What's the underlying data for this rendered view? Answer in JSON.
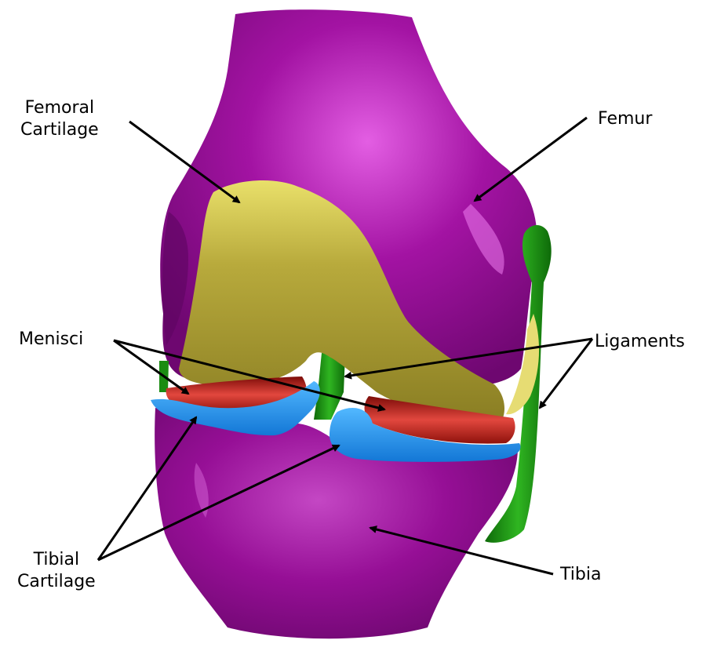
{
  "labels": {
    "femoral_cartilage": {
      "line1": "Femoral",
      "line2": "Cartilage"
    },
    "femur": "Femur",
    "menisci": "Menisci",
    "ligaments": "Ligaments",
    "tibial_cartilage": {
      "line1": "Tibial",
      "line2": "Cartilage"
    },
    "tibia": "Tibia"
  },
  "colors": {
    "bone": "#9b0a9b",
    "femoral_cartilage": "#b3a53a",
    "menisci": "#b3130f",
    "tibial_cartilage": "#1e90ff",
    "ligaments": "#1a8c12",
    "arrows": "#000000"
  }
}
